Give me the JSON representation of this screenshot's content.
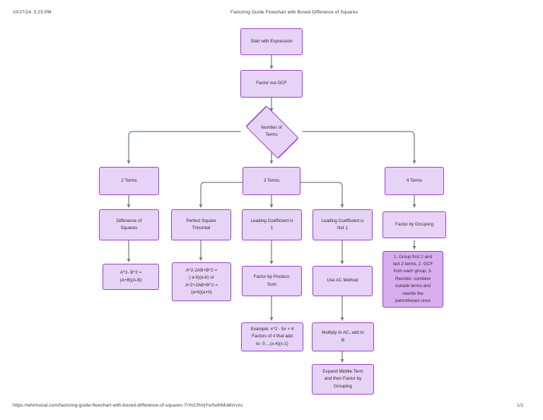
{
  "header": {
    "date": "10/27/24, 5:23 PM",
    "title": "Factoring Guide Flowchart with Boxed Difference of Squares"
  },
  "footer": {
    "url": "https://whimsical.com/factoring-guide-flowchart-with-boxed-difference-of-squares-7rYoCRmjYwSvthMuMzrvzs",
    "page": "1/1"
  },
  "theme": {
    "node_fill": "#e6d3f5",
    "node_fill_emphasis": "#d9aeee",
    "node_border": "#9a3fd0",
    "connector": "#6c7f8b",
    "text": "#2b2b2b",
    "background": "#ffffff"
  },
  "flowchart": {
    "type": "flowchart",
    "nodes": [
      {
        "id": "start",
        "label": "Start with Expression",
        "shape": "rect",
        "emphasis": false
      },
      {
        "id": "gcf",
        "label": "Factor out GCF",
        "shape": "rect",
        "emphasis": false
      },
      {
        "id": "terms",
        "label": "Number of\nTerms",
        "shape": "diamond",
        "emphasis": false
      },
      {
        "id": "t2",
        "label": "2 Terms",
        "shape": "rect",
        "emphasis": false
      },
      {
        "id": "t3",
        "label": "3 Terms",
        "shape": "rect",
        "emphasis": false
      },
      {
        "id": "t4",
        "label": "4 Terms",
        "shape": "rect",
        "emphasis": false
      },
      {
        "id": "dos",
        "label": "Difference of\nSquares",
        "shape": "rect",
        "emphasis": false
      },
      {
        "id": "pst",
        "label": "Perfect Square\nTrinomial",
        "shape": "rect",
        "emphasis": false
      },
      {
        "id": "lc1",
        "label": "Leading Coefficient is\n1",
        "shape": "rect",
        "emphasis": false
      },
      {
        "id": "lcn1",
        "label": "Leading Coefficient is\nNot 1",
        "shape": "rect",
        "emphasis": false
      },
      {
        "id": "grouping",
        "label": "Factor by Grouping",
        "shape": "rect",
        "emphasis": false
      },
      {
        "id": "dos_formula",
        "label": "A^2- B^2 =\n(A+B)(A-B)",
        "shape": "rect",
        "emphasis": false
      },
      {
        "id": "pst_formula",
        "label": "A^2-2AB+B^2 =\n( a-b)(a-b) or\nA^2+2AB+B^2 =\n(a+b)(a+b)",
        "shape": "rect",
        "emphasis": false
      },
      {
        "id": "prodsum",
        "label": "Factor by Product-\nSum",
        "shape": "rect",
        "emphasis": false
      },
      {
        "id": "acmethod",
        "label": "Use AC Method",
        "shape": "rect",
        "emphasis": false
      },
      {
        "id": "group_steps",
        "label": "1. Group first 2 and\nlast 2 terms, 2. GCF\nfrom each group, 3.\nReorder: combine\noutside terms and\nrewrite the\nparentheses once",
        "shape": "rect",
        "emphasis": true
      },
      {
        "id": "example",
        "label": "Example: x^2 - 5x + 4\nFactors of 4 that add\nto -5 ...(x-4)(x-1)",
        "shape": "rect",
        "emphasis": false
      },
      {
        "id": "multac",
        "label": "Multiply to AC, add to\nB",
        "shape": "rect",
        "emphasis": false
      },
      {
        "id": "expand",
        "label": "Expand Middle Term\nand then Factor by\nGrouping",
        "shape": "rect",
        "emphasis": false
      }
    ],
    "edges": [
      {
        "from": "start",
        "to": "gcf"
      },
      {
        "from": "gcf",
        "to": "terms"
      },
      {
        "from": "terms",
        "to": "t2"
      },
      {
        "from": "terms",
        "to": "t3"
      },
      {
        "from": "terms",
        "to": "t4"
      },
      {
        "from": "t2",
        "to": "dos"
      },
      {
        "from": "t3",
        "to": "pst"
      },
      {
        "from": "t3",
        "to": "lc1"
      },
      {
        "from": "t3",
        "to": "lcn1"
      },
      {
        "from": "t4",
        "to": "grouping"
      },
      {
        "from": "dos",
        "to": "dos_formula"
      },
      {
        "from": "pst",
        "to": "pst_formula"
      },
      {
        "from": "lc1",
        "to": "prodsum"
      },
      {
        "from": "lcn1",
        "to": "acmethod"
      },
      {
        "from": "grouping",
        "to": "group_steps"
      },
      {
        "from": "prodsum",
        "to": "example"
      },
      {
        "from": "acmethod",
        "to": "multac"
      },
      {
        "from": "multac",
        "to": "expand"
      }
    ]
  }
}
